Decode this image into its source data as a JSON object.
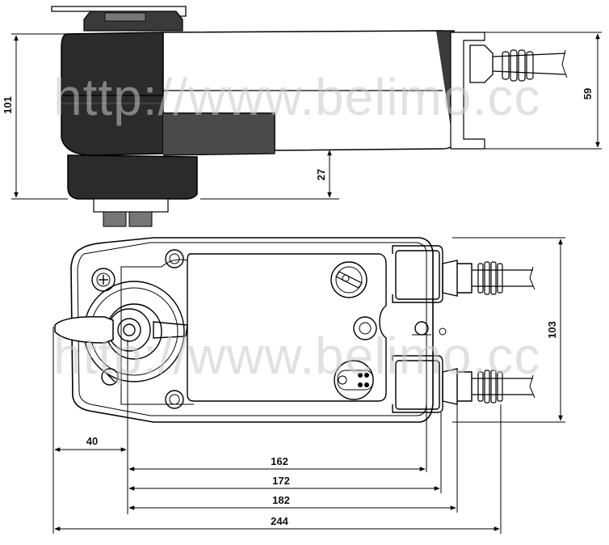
{
  "watermark": "http://www.belimo.cc",
  "dimensions": {
    "side_height": "101",
    "side_right_height": "59",
    "side_offset": "27",
    "bottom_height": "103",
    "offset_left": "40",
    "length_1": "162",
    "length_2": "172",
    "length_3": "182",
    "length_total": "244"
  }
}
